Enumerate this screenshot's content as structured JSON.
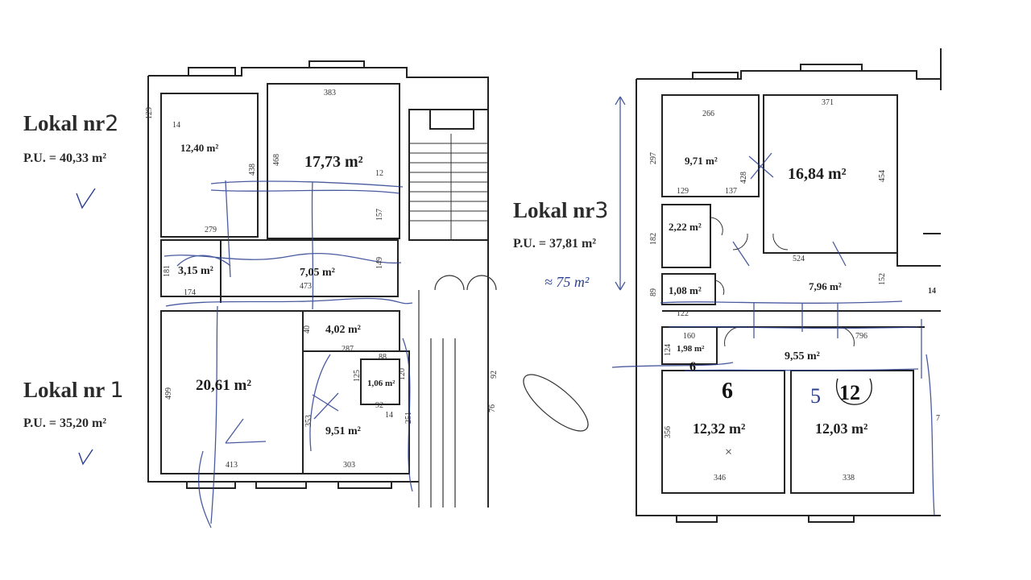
{
  "units": {
    "lokal2": {
      "title_prefix": "Lokal nr",
      "title_num": "2",
      "pu": "P.U. = 40,33 m²",
      "check": "V"
    },
    "lokal1": {
      "title_prefix": "Lokal nr ",
      "title_num": "1",
      "pu": "P.U. = 35,20 m²",
      "check": "V"
    },
    "lokal3": {
      "title_prefix": "Lokal nr",
      "title_num": "3",
      "pu": "P.U. = 37,81 m²",
      "note": "≈ 75 m²"
    }
  },
  "left_plan": {
    "rooms": [
      {
        "id": "r12-40",
        "area": "12,40 m²"
      },
      {
        "id": "r17-73",
        "area": "17,73 m²"
      },
      {
        "id": "r3-15",
        "area": "3,15 m²"
      },
      {
        "id": "r7-05",
        "area": "7,05 m²"
      },
      {
        "id": "r4-02",
        "area": "4,02 m²"
      },
      {
        "id": "r20-61",
        "area": "20,61 m²"
      },
      {
        "id": "r9-51",
        "area": "9,51 m²"
      },
      {
        "id": "r1-06",
        "area": "1,06 m²"
      }
    ],
    "dims": [
      "129",
      "14",
      "383",
      "438",
      "468",
      "12",
      "157",
      "279",
      "181",
      "174",
      "473",
      "149",
      "40",
      "287",
      "88",
      "125",
      "120",
      "92",
      "14",
      "251",
      "353",
      "499",
      "413",
      "303",
      "92",
      "76"
    ]
  },
  "right_plan": {
    "rooms": [
      {
        "id": "r9-71",
        "area": "9,71 m²"
      },
      {
        "id": "r16-84",
        "area": "16,84 m²"
      },
      {
        "id": "r2-22",
        "area": "2,22 m²"
      },
      {
        "id": "r1-08",
        "area": "1,08 m²"
      },
      {
        "id": "r7-96",
        "area": "7,96 m²"
      },
      {
        "id": "r1-98",
        "area": "1,98 m²"
      },
      {
        "id": "r9-55",
        "area": "9,55 m²"
      },
      {
        "id": "r12-32",
        "area": "12,32 m²"
      },
      {
        "id": "r12-03",
        "area": "12,03 m²"
      }
    ],
    "dims": [
      "266",
      "371",
      "297",
      "129",
      "137",
      "428",
      "454",
      "182",
      "524",
      "89",
      "122",
      "152",
      "14",
      "160",
      "796",
      "124",
      "356",
      "346",
      "338",
      "7"
    ],
    "handwritten_marks": [
      "6",
      "5",
      "12",
      "6",
      "×"
    ]
  },
  "colors": {
    "ink": "#1e1e1e",
    "pen": "#2a3f8f"
  }
}
